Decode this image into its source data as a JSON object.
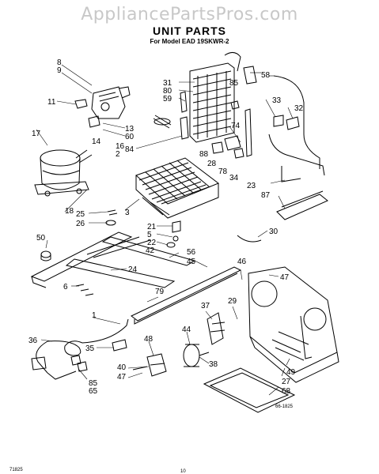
{
  "watermark": "AppliancePartsPros.com",
  "title": "UNIT PARTS",
  "subtitle": "For Model EAD 19SKWR-2",
  "footer": {
    "left_code": "71825",
    "page_number": "10",
    "figure_ref": "66-1825"
  },
  "callouts": {
    "c8": "8",
    "c9": "9",
    "c11": "11",
    "c17": "17",
    "c13": "13",
    "c60": "60",
    "c14": "14",
    "c16": "16",
    "c2": "2",
    "c84": "84",
    "c31": "31",
    "c80": "80",
    "c59": "59",
    "c85a": "85",
    "c58": "58",
    "c74": "74",
    "c33": "33",
    "c32": "32",
    "c88": "88",
    "c28": "28",
    "c78": "78",
    "c34": "34",
    "c23": "23",
    "c87": "87",
    "c18": "18",
    "c3": "3",
    "c25": "25",
    "c26": "26",
    "c21": "21",
    "c5": "5",
    "c22": "22",
    "c42": "42",
    "c56": "56",
    "c45": "45",
    "c30": "30",
    "c50": "50",
    "c24": "24",
    "c46": "46",
    "c47a": "47",
    "c6": "6",
    "c79": "79",
    "c37": "37",
    "c29": "29",
    "c1": "1",
    "c36": "36",
    "c44": "44",
    "c48": "48",
    "c35": "35",
    "c38": "38",
    "c40": "40",
    "c47b": "47",
    "c85b": "85",
    "c65": "65",
    "c49": "49",
    "c27": "27",
    "c68": "68"
  }
}
